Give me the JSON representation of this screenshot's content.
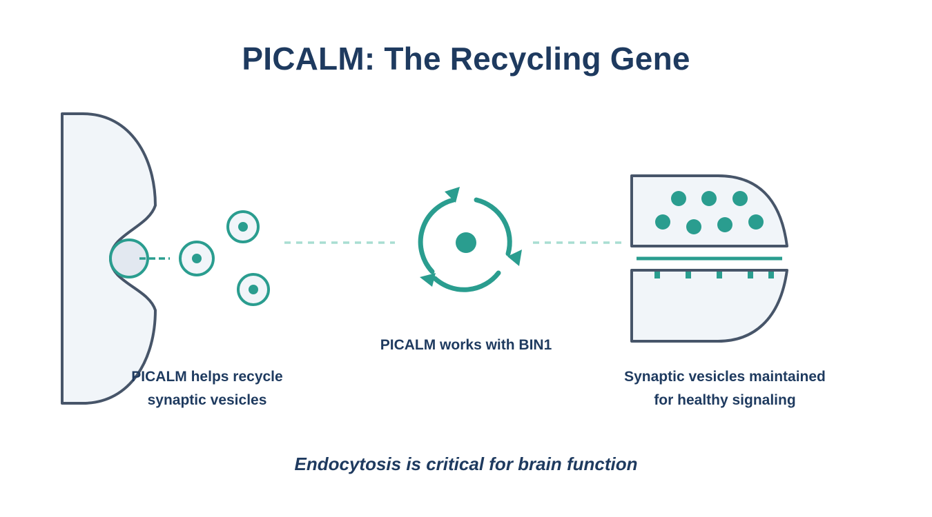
{
  "title": "PICALM: The Recycling Gene",
  "labels": {
    "left_line1": "PICALM helps recycle",
    "left_line2": "synaptic vesicles",
    "center": "PICALM works with BIN1",
    "right_line1": "Synaptic vesicles maintained",
    "right_line2": "for healthy signaling"
  },
  "footer": "Endocytosis is critical for brain function",
  "colors": {
    "dark_navy": "#1e3a5f",
    "outline_gray": "#475569",
    "fill_light": "#f1f5f9",
    "teal": "#2a9d8f",
    "teal_light": "#a8ddd2"
  },
  "icons": {
    "left": "neuron-membrane-endocytosis",
    "center": "recycling-cycle-icon",
    "right": "synapse-terminal"
  }
}
